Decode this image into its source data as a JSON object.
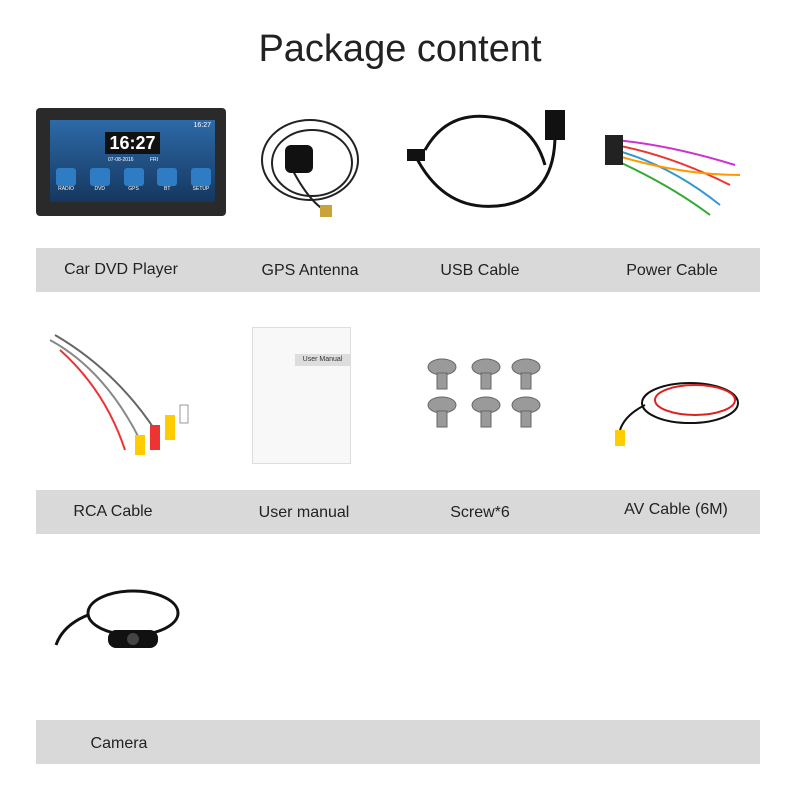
{
  "title": "Package content",
  "items": [
    {
      "label": "Car DVD Player"
    },
    {
      "label": "GPS Antenna"
    },
    {
      "label": "USB Cable"
    },
    {
      "label": "Power Cable"
    },
    {
      "label": "RCA Cable"
    },
    {
      "label": "User manual"
    },
    {
      "label": "Screw*6"
    },
    {
      "label": "AV Cable (6M)"
    },
    {
      "label": "Camera"
    }
  ],
  "dvd_screen": {
    "time": "16:27",
    "date": "07-08-2016",
    "day": "FRI",
    "status_time": "16:27",
    "apps": [
      "RADIO",
      "DVD",
      "GPS",
      "BT",
      "SETUP"
    ]
  },
  "manual_cover": "User Manual",
  "colors": {
    "bar": "#d9d9d9",
    "screen": "#1d4f86",
    "accent": "#e8611a"
  }
}
